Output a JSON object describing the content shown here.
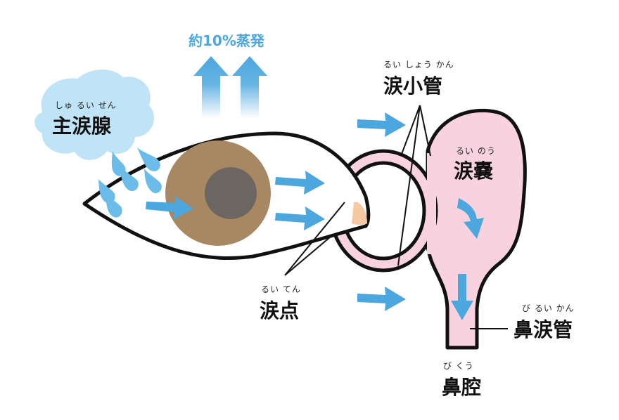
{
  "evaporation": "約10%蒸発",
  "labels": {
    "lacrimal_gland": {
      "ruby": "しゅ るい せん",
      "text": "主涙腺"
    },
    "canaliculus": {
      "ruby": "るい しょう かん",
      "text": "涙小管"
    },
    "lacrimal_sac": {
      "ruby": "るい のう",
      "text": "涙嚢"
    },
    "punctum": {
      "ruby": "るい てん",
      "text": "涙点"
    },
    "nasolacrimal_duct": {
      "ruby": "び るい かん",
      "text": "鼻涙管"
    },
    "nasal_cavity": {
      "ruby": "び くう",
      "text": "鼻腔"
    }
  },
  "colors": {
    "tear_blue": "#4ba7de",
    "gland_blue": "#bfe3f7",
    "duct_pink": "#f8d3df",
    "iris_brown": "#a88763",
    "pupil_gray": "#6b6661",
    "caruncle": "#f6c9a3"
  }
}
